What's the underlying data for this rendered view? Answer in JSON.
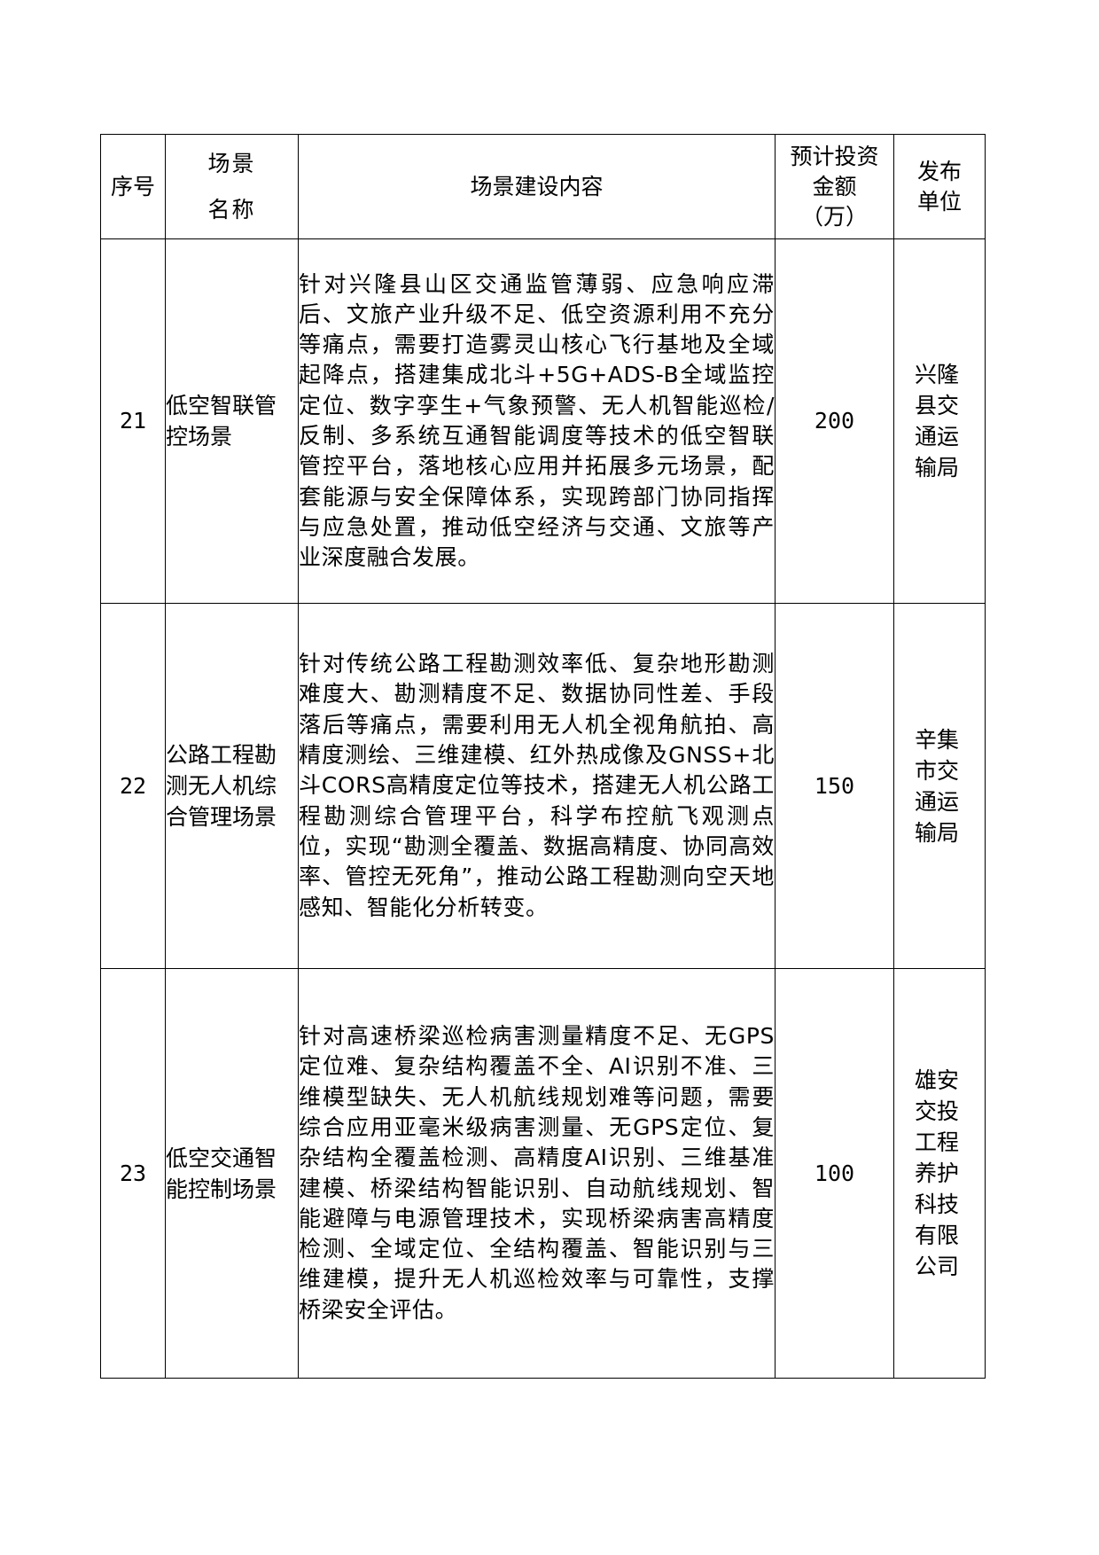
{
  "table": {
    "headers": {
      "seq": "序号",
      "name": "场景名称",
      "content": "场景建设内容",
      "investment": "预计投资金额（万）",
      "publisher": "发布单位"
    },
    "rows": [
      {
        "seq": "21",
        "name": "低空智联管控场景",
        "content": "针对兴隆县山区交通监管薄弱、应急响应滞后、文旅产业升级不足、低空资源利用不充分等痛点，需要打造雾灵山核心飞行基地及全域起降点，搭建集成北斗+5G+ADS-B全域监控定位、数字孪生+气象预警、无人机智能巡检/反制、多系统互通智能调度等技术的低空智联管控平台，落地核心应用并拓展多元场景，配套能源与安全保障体系，实现跨部门协同指挥与应急处置，推动低空经济与交通、文旅等产业深度融合发展。",
        "investment": "200",
        "publisher": "兴隆县交通运输局"
      },
      {
        "seq": "22",
        "name": "公路工程勘测无人机综合管理场景",
        "content": "针对传统公路工程勘测效率低、复杂地形勘测难度大、勘测精度不足、数据协同性差、手段落后等痛点，需要利用无人机全视角航拍、高精度测绘、三维建模、红外热成像及GNSS+北斗CORS高精度定位等技术，搭建无人机公路工程勘测综合管理平台，科学布控航飞观测点位，实现“勘测全覆盖、数据高精度、协同高效率、管控无死角”，推动公路工程勘测向空天地感知、智能化分析转变。",
        "investment": "150",
        "publisher": "辛集市交通运输局"
      },
      {
        "seq": "23",
        "name": "低空交通智能控制场景",
        "content": "针对高速桥梁巡检病害测量精度不足、无GPS定位难、复杂结构覆盖不全、AI识别不准、三维模型缺失、无人机航线规划难等问题，需要综合应用亚毫米级病害测量、无GPS定位、复杂结构全覆盖检测、高精度AI识别、三维基准建模、桥梁结构智能识别、自动航线规划、智能避障与电源管理技术，实现桥梁病害高精度检测、全域定位、全结构覆盖、智能识别与三维建模，提升无人机巡检效率与可靠性，支撑桥梁安全评估。",
        "investment": "100",
        "publisher": "雄安交投工程养护科技有限公司"
      }
    ]
  }
}
